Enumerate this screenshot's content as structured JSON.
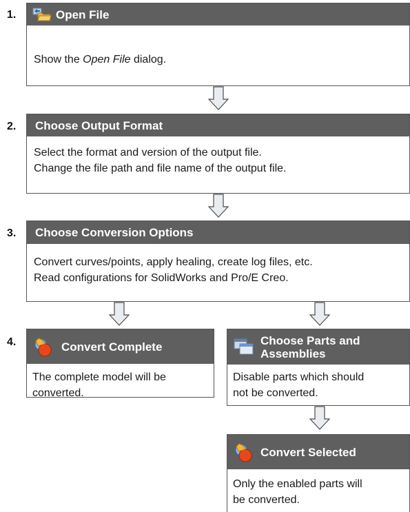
{
  "steps": [
    {
      "number": "1.",
      "title": "Open File",
      "icon": "open-folder-icon",
      "body_prefix": "Show the ",
      "body_emph": "Open File",
      "body_suffix": " dialog."
    },
    {
      "number": "2.",
      "title": "Choose Output Format",
      "body_lines": [
        "Select the format and version of the output file.",
        "Change the file path and file name of the output file."
      ]
    },
    {
      "number": "3.",
      "title": "Choose Conversion Options",
      "body_lines": [
        "Convert curves/points, apply healing, create log files, etc.",
        "Read configurations for SolidWorks and Pro/E Creo."
      ]
    },
    {
      "number": "4.",
      "branches": [
        {
          "title": "Convert Complete",
          "icon": "convert-shapes-icon",
          "body_lines": [
            "The complete model will be",
            "converted."
          ]
        },
        {
          "title_lines": [
            "Choose Parts and",
            "Assemblies"
          ],
          "icon": "windows-stack-icon",
          "body_lines": [
            "Disable parts which should",
            "not be converted."
          ]
        },
        {
          "title": "Convert Selected",
          "icon": "convert-shapes-icon",
          "body_lines": [
            "Only the enabled parts will",
            "be converted."
          ]
        }
      ]
    }
  ],
  "colors": {
    "header_bg": "#5f5f5f",
    "header_text": "#ffffff",
    "arrow_fill": "#e9ecf1",
    "arrow_stroke": "#4a4a4a"
  }
}
